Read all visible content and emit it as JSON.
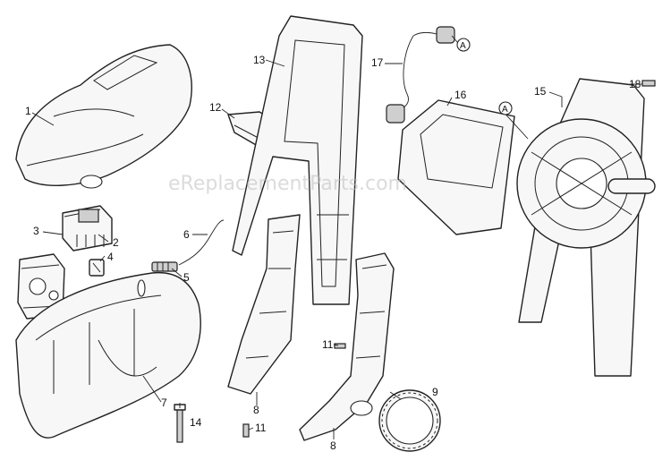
{
  "watermark": "eReplacementParts.com",
  "callouts": {
    "c1": "1",
    "c2": "2",
    "c3": "3",
    "c4": "4",
    "c5": "5",
    "c6": "6",
    "c7": "7",
    "c8a": "8",
    "c8b": "8",
    "c9": "9",
    "c11a": "11",
    "c11b": "11",
    "c12": "12",
    "c13": "13",
    "c14": "14",
    "c15": "15",
    "c16": "16",
    "c17": "17",
    "c18": "18",
    "ref_a1": "A",
    "ref_a2": "A"
  }
}
